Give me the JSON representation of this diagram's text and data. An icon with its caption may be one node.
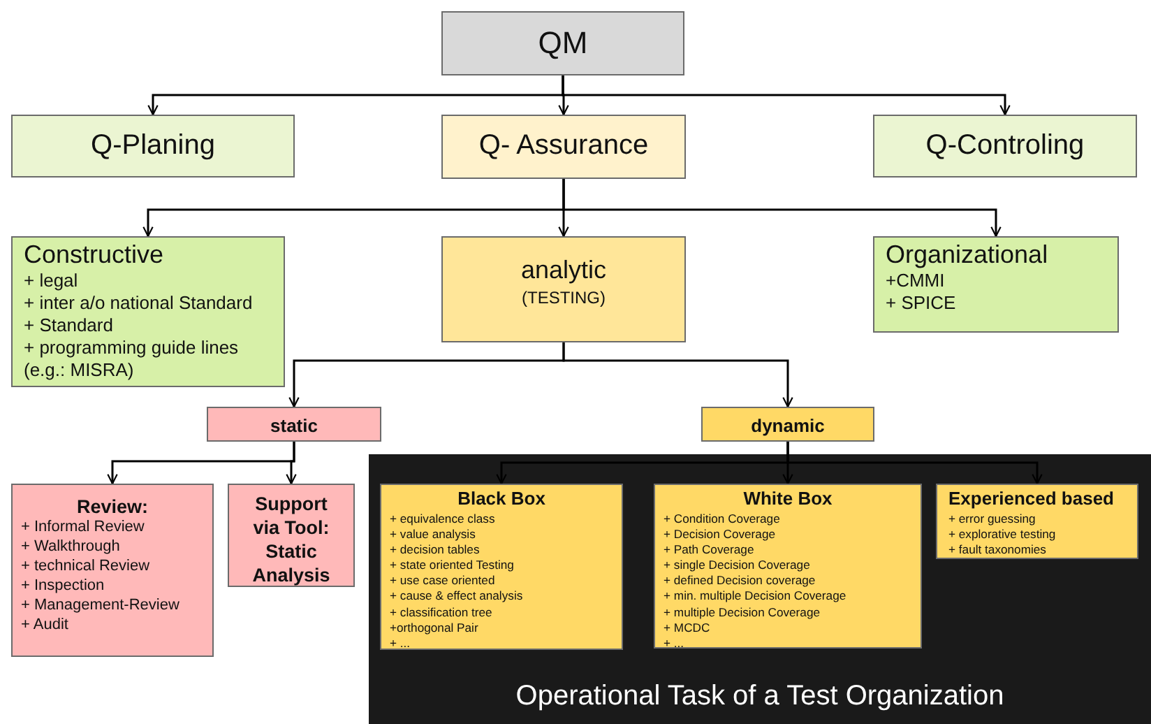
{
  "diagram": {
    "nodes": [
      {
        "text": [
          "QM"
        ]
      },
      {
        "text": [
          "Q-Planing"
        ]
      },
      {
        "text": [
          "Q- Assurance"
        ]
      },
      {
        "text": [
          "Q-Controling"
        ]
      },
      {
        "text": [
          "Constructive",
          "+ legal",
          "+ inter a/o national Standard",
          "+ Standard",
          "+ programming guide lines",
          "(e.g.: MISRA)"
        ]
      },
      {
        "text": [
          "analytic",
          "(TESTING)"
        ]
      },
      {
        "text": [
          "Organizational",
          "+CMMI",
          "+ SPICE"
        ]
      },
      {
        "text": [
          "static"
        ]
      },
      {
        "text": [
          "dynamic"
        ]
      },
      {
        "text": [
          "Review:",
          "+ Informal Review",
          "+ Walkthrough",
          "+ technical Review",
          "+ Inspection",
          "+ Management-Review",
          "+ Audit"
        ]
      },
      {
        "text": [
          "Support via Tool: Static Analysis"
        ]
      },
      {
        "text": [
          "Operational Task of a Test Organization"
        ]
      },
      {
        "text": [
          "Black Box",
          "+ equivalence class",
          "+ value analysis",
          "+ decision tables",
          "+ state oriented  Testing",
          "+ use case oriented",
          "+ cause & effect analysis",
          "+ classification tree",
          "+orthogonal Pair",
          "+ ..."
        ],
        "in": 11
      },
      {
        "text": [
          "White Box",
          "+ Condition Coverage",
          "+ Decision Coverage",
          "+ Path Coverage",
          "+ single  Decision Coverage",
          "+ defined Decision coverage",
          "+ min. multiple Decision Coverage",
          "+ multiple Decision Coverage",
          "+ MCDC",
          "+ ..."
        ],
        "in": 11
      },
      {
        "text": [
          "Experienced based",
          "+ error guessing",
          "+ explorative testing",
          "+ fault taxonomies"
        ],
        "in": 11
      }
    ],
    "edges": [
      {
        "from": 0,
        "to": 1,
        "arrow": "to"
      },
      {
        "from": 0,
        "to": 2,
        "arrow": "to"
      },
      {
        "from": 0,
        "to": 3,
        "arrow": "to"
      },
      {
        "from": 2,
        "to": 4,
        "arrow": "to"
      },
      {
        "from": 2,
        "to": 5,
        "arrow": "to"
      },
      {
        "from": 2,
        "to": 6,
        "arrow": "to"
      },
      {
        "from": 5,
        "to": 7,
        "arrow": "to"
      },
      {
        "from": 5,
        "to": 8,
        "arrow": "to"
      },
      {
        "from": 7,
        "to": 9,
        "arrow": "to"
      },
      {
        "from": 7,
        "to": 10,
        "arrow": "to"
      },
      {
        "from": 8,
        "to": 12,
        "arrow": "to"
      },
      {
        "from": 8,
        "to": 13,
        "arrow": "to"
      },
      {
        "from": 8,
        "to": 14,
        "arrow": "to"
      }
    ]
  }
}
